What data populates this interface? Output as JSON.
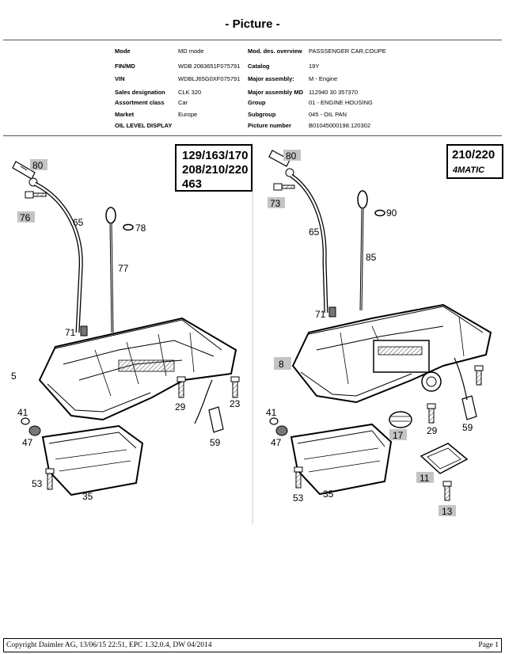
{
  "header": {
    "title": "- Picture -"
  },
  "info": {
    "rows": [
      {
        "l1": "Mode",
        "v1": "MD  mode",
        "l2": "Mod.  des. overview",
        "v2": "PASSSENGER CAR,COUPE"
      },
      {
        "l1": "FIN/MD",
        "v1": "WDB   2083651F075791",
        "l2": "Catalog",
        "v2": "19Y"
      },
      {
        "l1": "VIN",
        "v1": "WDBLJ65G0XF075791",
        "l2": "Major  assembly:",
        "v2": "M  -  Engine"
      },
      {
        "l1": "Sales  designation",
        "v1": "CLK 320",
        "l2": "Major  assembly MD",
        "v2": "112940  30  357370"
      },
      {
        "l1": "Assortment class",
        "v1": "Car",
        "l2": "Group",
        "v2": "01  -  ENGINE  HOUSING"
      },
      {
        "l1": "Market",
        "v1": "Europe",
        "l2": "Subgroup",
        "v2": "045  -  OIL  PAN"
      },
      {
        "l1": "OIL  LEVEL  DISPLAY",
        "v1": "",
        "l2": "Picture number",
        "v2": "B01045000198.120302"
      }
    ]
  },
  "diagram": {
    "left_panel": {
      "models": [
        "129/163/170",
        "208/210/220",
        "463"
      ],
      "parts": [
        "80",
        "76",
        "65",
        "78",
        "77",
        "71",
        "5",
        "29",
        "23",
        "41",
        "47",
        "59",
        "53",
        "35"
      ]
    },
    "right_panel": {
      "models": [
        "210/220",
        "4MATIC"
      ],
      "parts": [
        "80",
        "73",
        "90",
        "65",
        "85",
        "71",
        "8",
        "17",
        "29",
        "59",
        "41",
        "47",
        "11",
        "53",
        "35",
        "13"
      ]
    }
  },
  "footer": {
    "copyright": "Copyright Daimler AG, 13/06/15 22:51, EPC 1.32.0.4, DW 04/2014",
    "page": "Page 1"
  }
}
